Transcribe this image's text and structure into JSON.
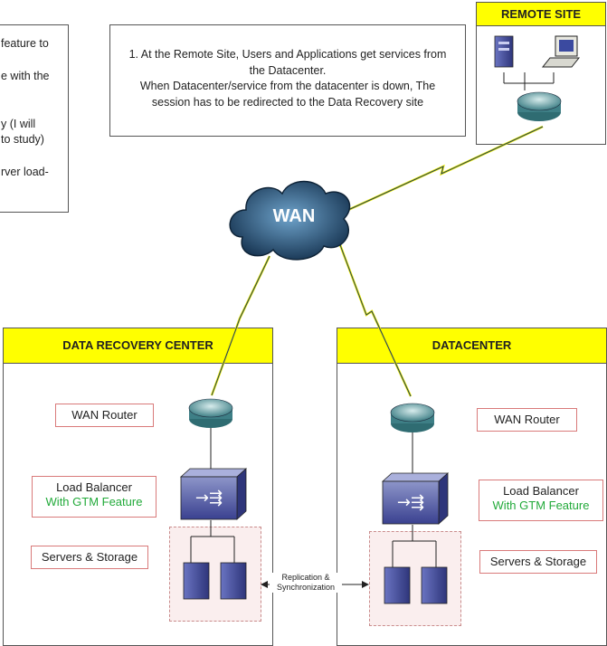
{
  "left_note": {
    "lines": [
      "feature to",
      "e with the",
      "y (I will",
      " to study)",
      "rver load-"
    ]
  },
  "top_note": {
    "lines": [
      "1. At the Remote Site, Users and Applications get services from",
      "the Datacenter.",
      "When Datacenter/service from the datacenter is down, The",
      "session has to be redirected to the Data Recovery site"
    ]
  },
  "remote_site": {
    "title": "REMOTE SITE"
  },
  "wan": {
    "label": "WAN"
  },
  "drc": {
    "title": "DATA RECOVERY CENTER",
    "wan_router": "WAN Router",
    "lb_line1": "Load Balancer",
    "lb_line2": "With GTM Feature",
    "servers": "Servers & Storage"
  },
  "dc": {
    "title": "DATACENTER",
    "wan_router": "WAN Router",
    "lb_line1": "Load Balancer",
    "lb_line2": "With GTM Feature",
    "servers": "Servers & Storage"
  },
  "replication": {
    "line1": "Replication &",
    "line2": "Synchronization"
  },
  "colors": {
    "header": "#ffff00",
    "label_border": "#d97a7a",
    "green": "#22aa3a",
    "cloud": "#1f4f7a"
  }
}
